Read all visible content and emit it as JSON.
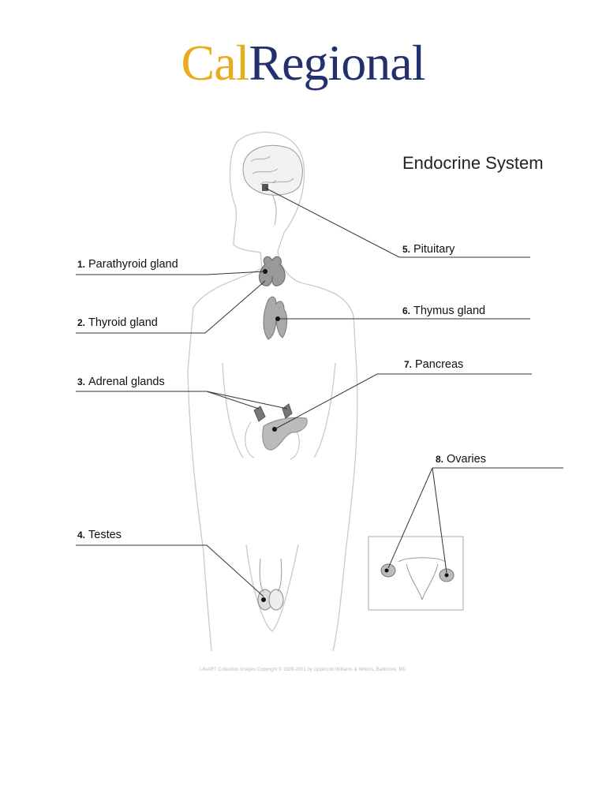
{
  "logo": {
    "part1": "Cal",
    "part2": "Regional",
    "color1": "#e8ad1e",
    "color2": "#23306b"
  },
  "title": "Endocrine System",
  "labels": [
    {
      "num": "1.",
      "text": "Parathyroid gland"
    },
    {
      "num": "2.",
      "text": "Thyroid gland"
    },
    {
      "num": "3.",
      "text": "Adrenal glands"
    },
    {
      "num": "4.",
      "text": "Testes"
    },
    {
      "num": "5.",
      "text": "Pituitary"
    },
    {
      "num": "6.",
      "text": "Thymus gland"
    },
    {
      "num": "7.",
      "text": "Pancreas"
    },
    {
      "num": "8.",
      "text": "Ovaries"
    }
  ],
  "copyright": "LifeART Collection Images Copyright © 1989-2001 by Lippincott Williams & Wilkins, Baltimore, MD"
}
